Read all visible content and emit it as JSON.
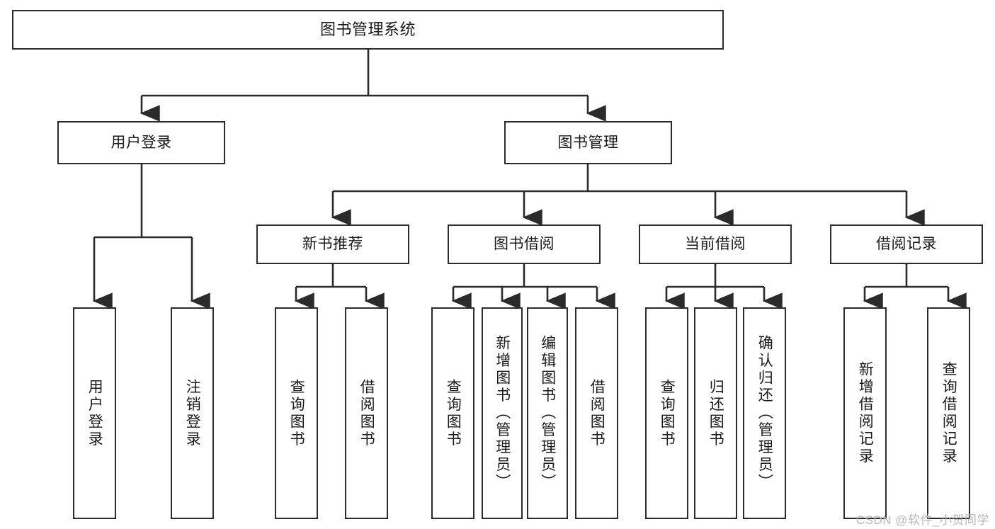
{
  "diagram": {
    "type": "tree-hierarchy",
    "title": "图书管理系统",
    "watermark": "CSDN @软件_小贺同学",
    "colors": {
      "background": "#ffffff",
      "box_border": "#2b2b2b",
      "box_fill": "#ffffff",
      "connector": "#2b2b2b",
      "watermark": "#b9b9b9"
    },
    "root": {
      "label": "图书管理系统"
    },
    "level2": [
      {
        "label": "用户登录"
      },
      {
        "label": "图书管理"
      }
    ],
    "level3": [
      {
        "label": "新书推荐"
      },
      {
        "label": "图书借阅"
      },
      {
        "label": "当前借阅"
      },
      {
        "label": "借阅记录"
      }
    ],
    "leaves": {
      "user_login": [
        {
          "label": "用户登录"
        },
        {
          "label": "注销登录"
        }
      ],
      "new_book": [
        {
          "label": "查询图书"
        },
        {
          "label": "借阅图书"
        }
      ],
      "book_borrow": [
        {
          "label": "查询图书"
        },
        {
          "label": "新增图书（管理员）"
        },
        {
          "label": "编辑图书（管理员）"
        },
        {
          "label": "借阅图书"
        }
      ],
      "current_borrow": [
        {
          "label": "查询图书"
        },
        {
          "label": "归还图书"
        },
        {
          "label": "确认归还（管理员）"
        }
      ],
      "borrow_record": [
        {
          "label": "新增借阅记录"
        },
        {
          "label": "查询借阅记录"
        }
      ]
    }
  }
}
